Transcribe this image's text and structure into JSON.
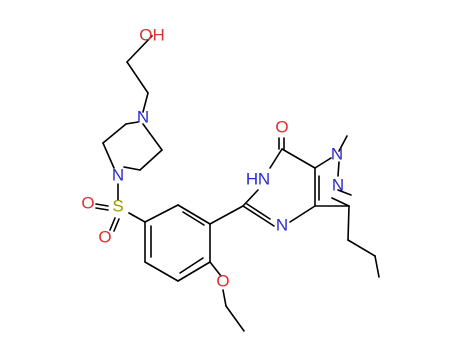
{
  "labels": {
    "oh": "OH",
    "n_piperazine_top": "N",
    "n_piperazine_bottom": "N",
    "s": "S",
    "o_sulfonyl_1": "O",
    "o_sulfonyl_2": "O",
    "o_carbonyl": "O",
    "nh_n": "N",
    "nh_h": "H",
    "n_pyrimidine": "N",
    "n_methyl": "N",
    "n_pyrazole": "N",
    "o_ethoxy": "O"
  },
  "colors": {
    "oxygen": "#e03030",
    "nitrogen": "#2b2bcc",
    "sulfur": "#999900",
    "bond": "#000000"
  }
}
